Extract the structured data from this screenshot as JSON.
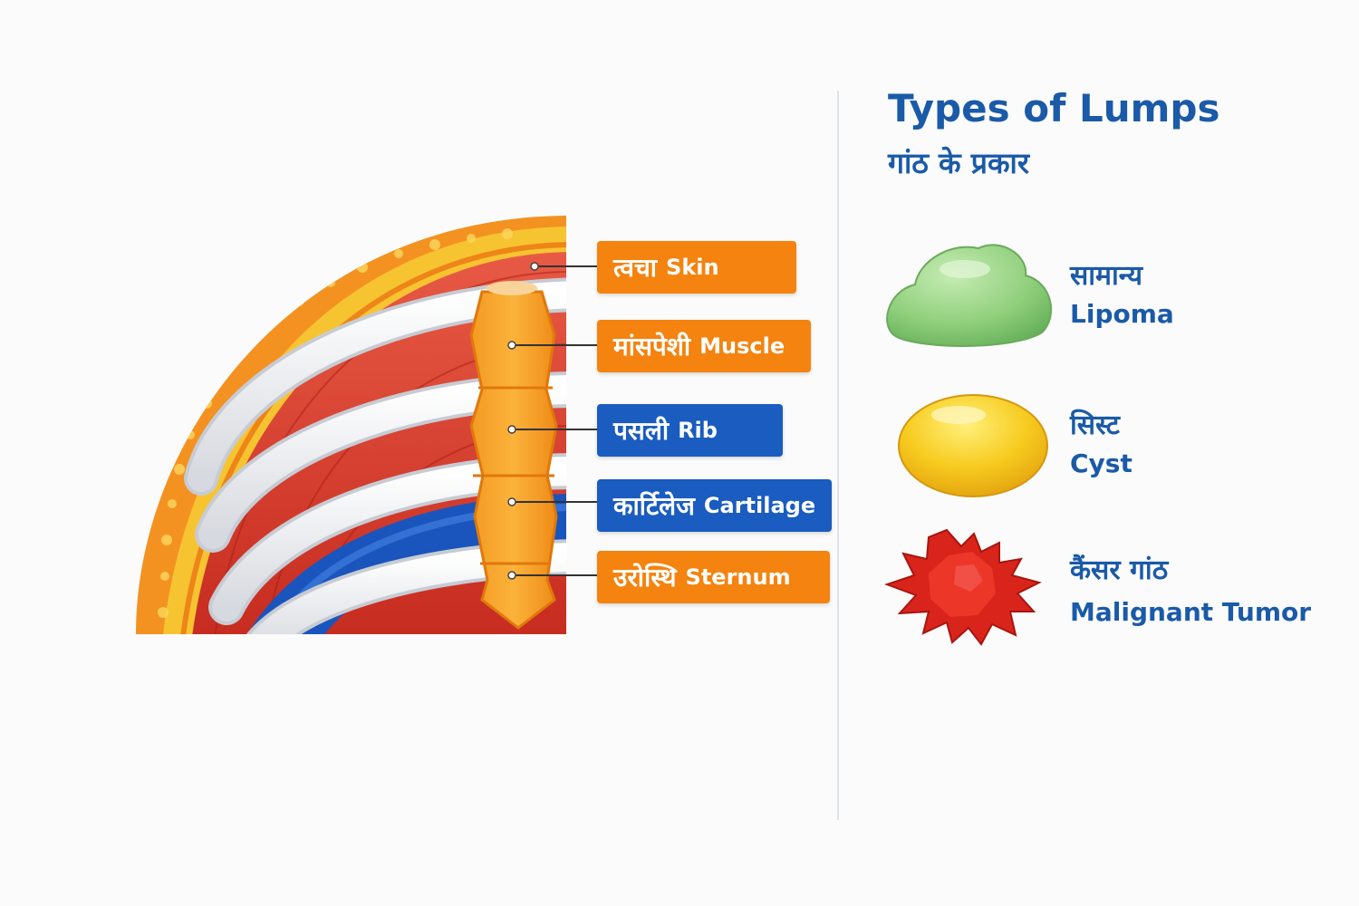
{
  "anatomy_labels": [
    {
      "hi": "त्वचा",
      "en": "Skin",
      "color": "#f4830f"
    },
    {
      "hi": "मांसपेशी",
      "en": "Muscle",
      "color": "#f4830f"
    },
    {
      "hi": "पसली",
      "en": "Rib",
      "color": "#1a5cc0"
    },
    {
      "hi": "कार्टिलेज",
      "en": "Cartilage",
      "color": "#1a5cc0"
    },
    {
      "hi": "उरोस्थि",
      "en": "Sternum",
      "color": "#f4830f"
    }
  ],
  "panel": {
    "title": "Types of Lumps",
    "subtitle": "गांठ के प्रकार"
  },
  "lumps": [
    {
      "hi": "सामान्य",
      "en": "Lipoma",
      "color": "#8fcd7c",
      "icon": "lipoma-blob-icon"
    },
    {
      "hi": "सिस्ट",
      "en": "Cyst",
      "color": "#f7c91f",
      "icon": "cyst-dome-icon"
    },
    {
      "hi": "कैंसर गांठ",
      "en": "Malignant Tumor",
      "color": "#d9241c",
      "icon": "tumor-spiky-icon"
    }
  ]
}
